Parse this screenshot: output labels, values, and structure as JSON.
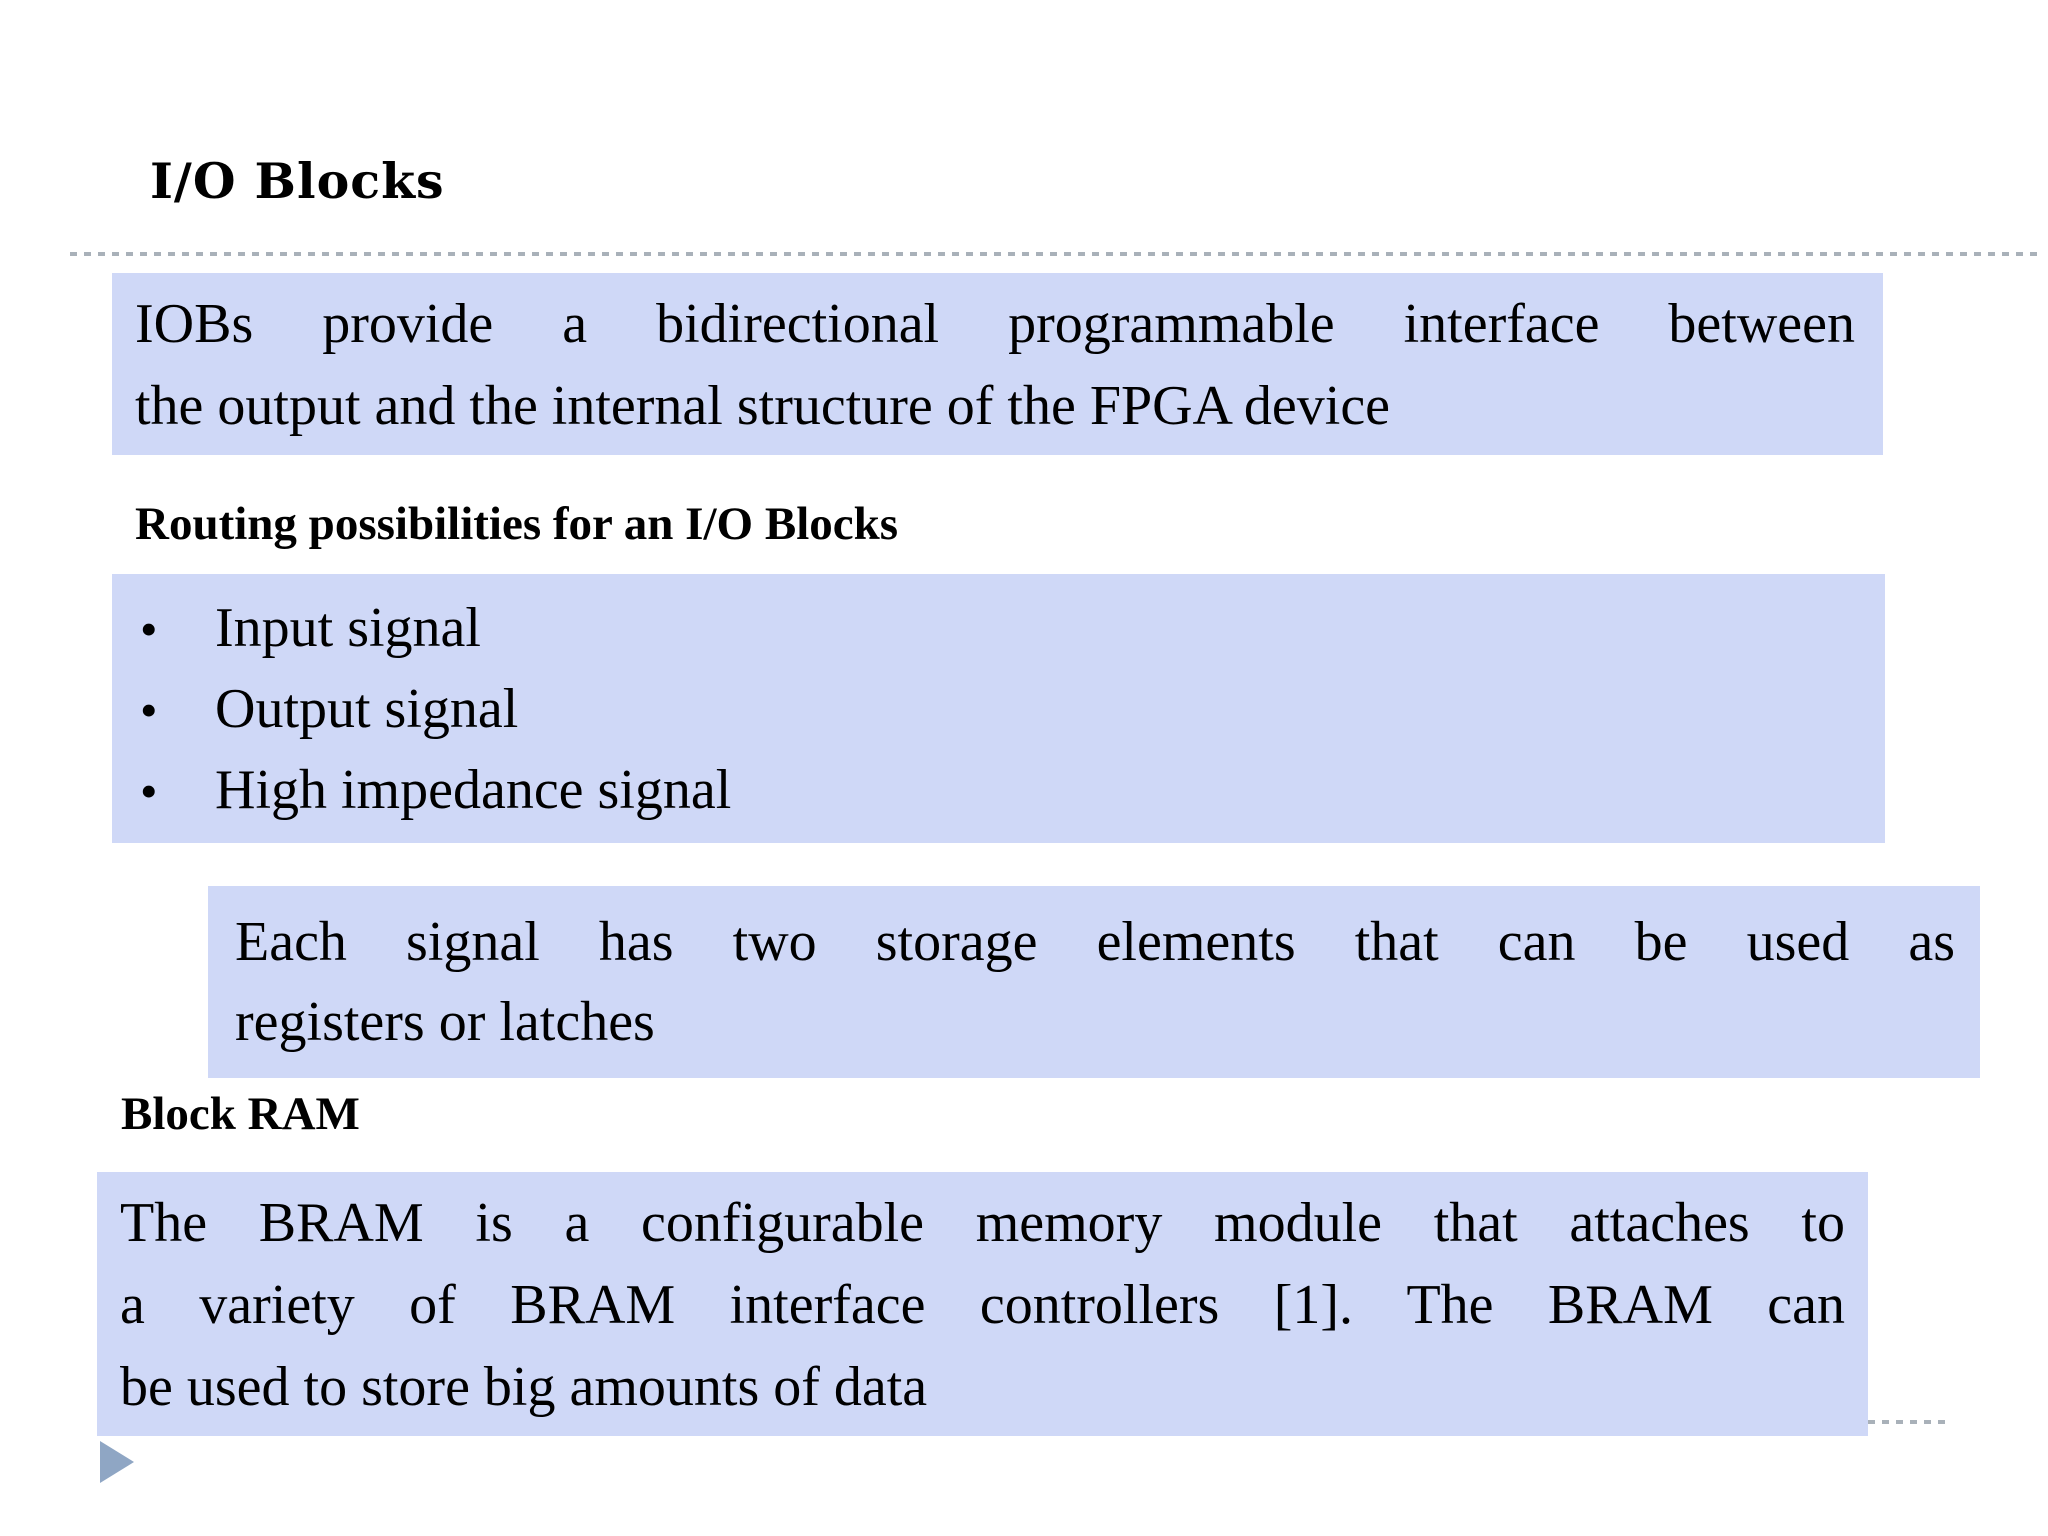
{
  "slide": {
    "title": "I/O Blocks",
    "bullet_char": "•",
    "sections": {
      "iob_paragraph": {
        "lines": [
          "IOBs provide a bidirectional programmable interface between",
          "the output and the internal structure of the FPGA device"
        ]
      },
      "routing": {
        "heading": "Routing possibilities for an I/O Blocks",
        "bullets": [
          "Input signal",
          "Output signal",
          "High impedance signal"
        ]
      },
      "each_signal_paragraph": {
        "lines": [
          "Each signal has two storage elements that can be used as",
          "registers or latches"
        ]
      },
      "bram": {
        "heading": "Block RAM",
        "lines": [
          "The BRAM is a configurable memory module that attaches to",
          "a variety of BRAM interface controllers [1]. The BRAM can",
          "be used to store big amounts of data"
        ]
      }
    },
    "colors": {
      "highlight_background": "#CFD8F7",
      "dashed_divider": "#9aa3ad",
      "pointer_arrow": "#8FA6C4",
      "text": "#000000"
    }
  }
}
